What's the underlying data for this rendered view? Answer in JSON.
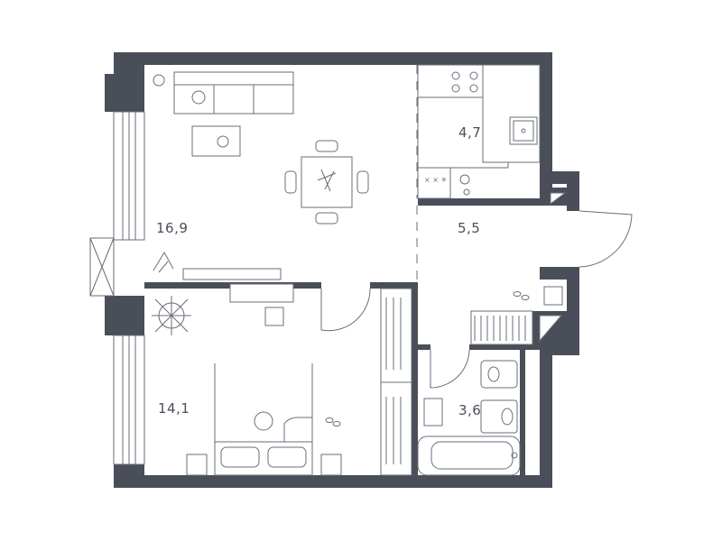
{
  "plan": {
    "rooms": [
      {
        "id": "living",
        "area": "16,9"
      },
      {
        "id": "kitchen",
        "area": "4,7"
      },
      {
        "id": "hall",
        "area": "5,5"
      },
      {
        "id": "bedroom",
        "area": "14,1"
      },
      {
        "id": "bathroom",
        "area": "3,6"
      }
    ]
  },
  "colors": {
    "wall": "#4a4e59",
    "line": "#6a6e78",
    "background": "#ffffff"
  }
}
